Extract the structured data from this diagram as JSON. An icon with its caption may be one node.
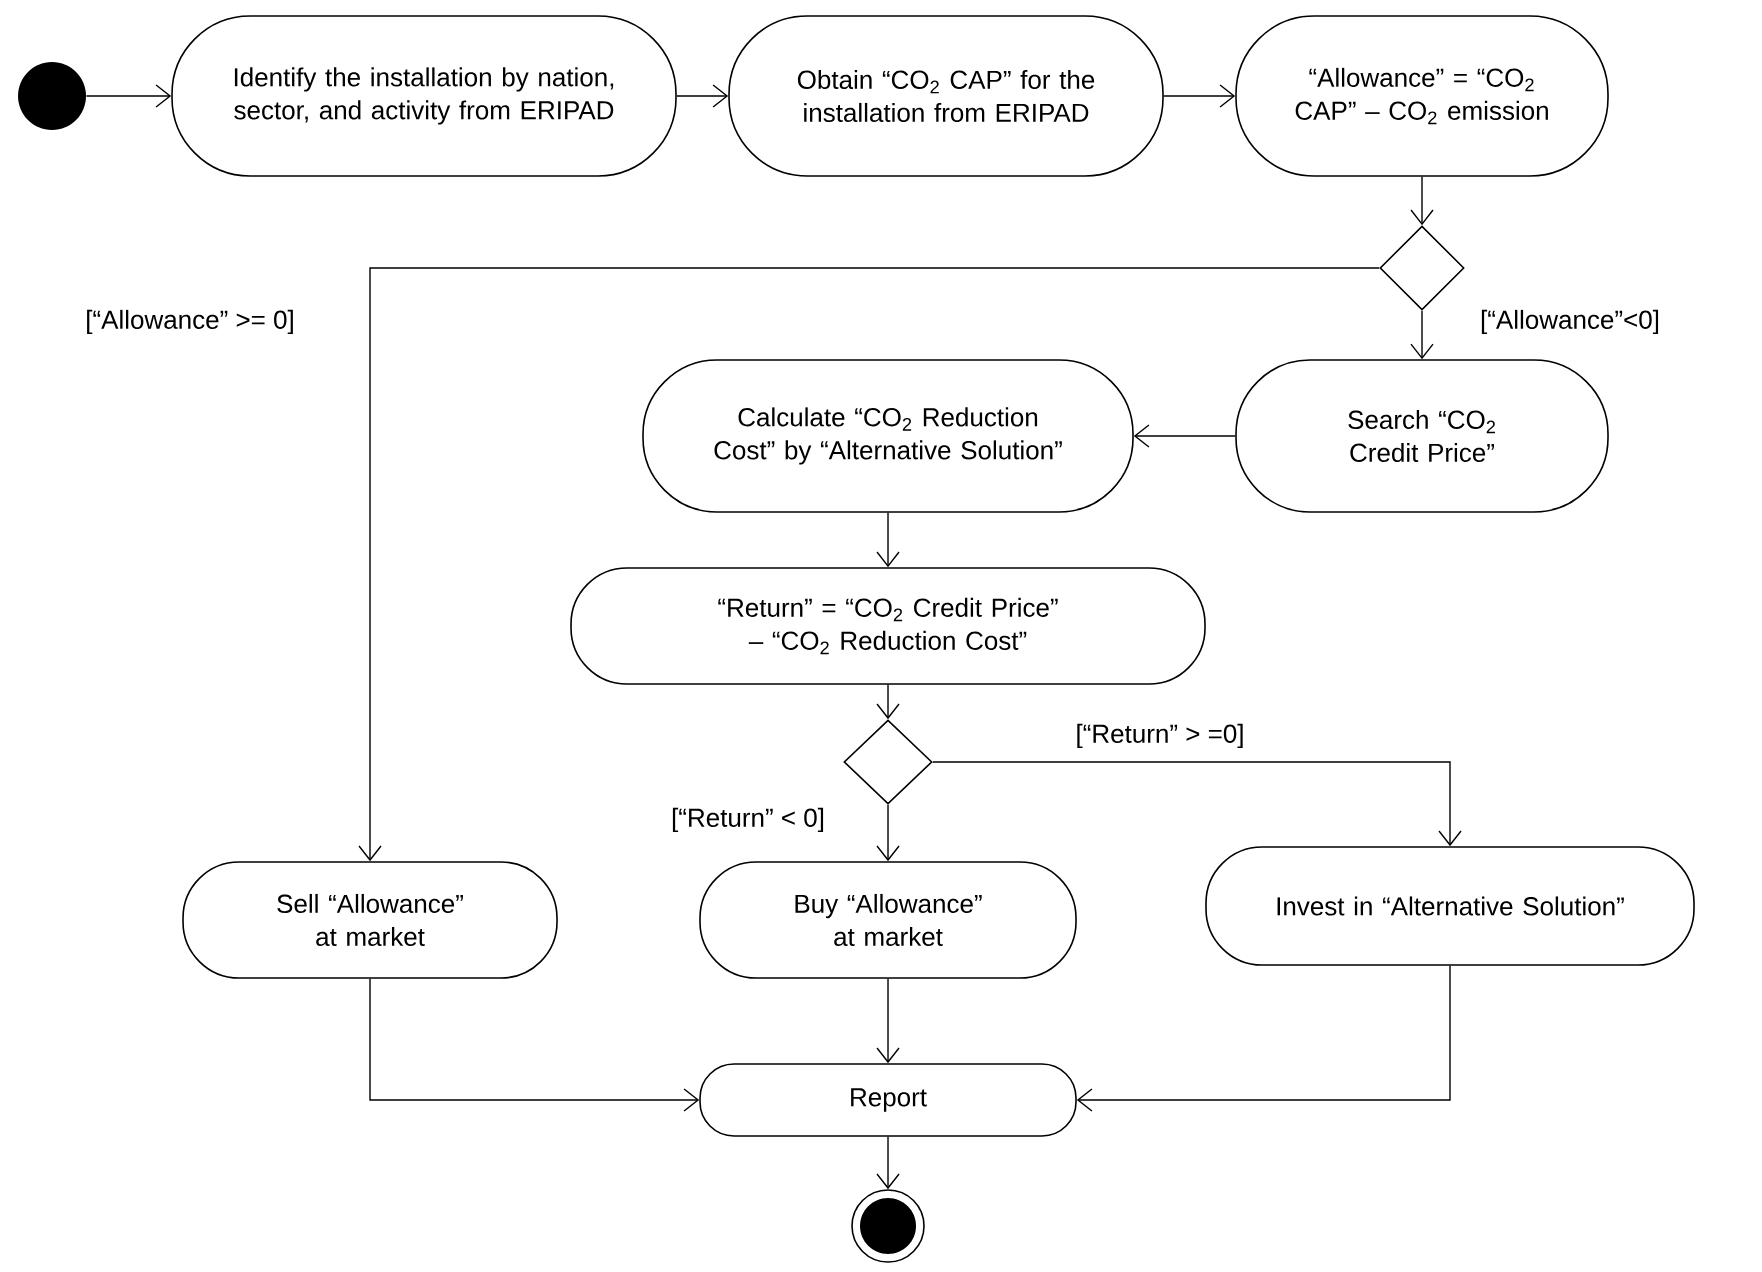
{
  "diagram": {
    "nodes": [
      {
        "text": [],
        "shape": "circle"
      },
      {
        "text": [
          "Identify the installation by nation, sector, and activity from ERIPAD"
        ]
      },
      {
        "text": [
          "Obtain “CO$_{2}$ CAP” for the installation from ERIPAD"
        ]
      },
      {
        "text": [
          "“Allowance” = “CO$_{2}$ CAP” – CO$_{2}$ emission"
        ]
      },
      {
        "text": [],
        "shape": "diamond"
      },
      {
        "text": [
          "Search “CO$_{2}$ Credit Price”"
        ]
      },
      {
        "text": [
          "Calculate “CO$_{2}$ Reduction Cost” by “Alternative Solution”"
        ]
      },
      {
        "text": [
          "“Return” = “CO$_{2}$ Credit Price” – “CO$_{2}$ Reduction Cost”"
        ]
      },
      {
        "text": [],
        "shape": "diamond"
      },
      {
        "text": [
          "Sell “Allowance” at market"
        ]
      },
      {
        "text": [
          "Buy “Allowance” at market"
        ]
      },
      {
        "text": [
          "Invest in “Alternative Solution”"
        ]
      },
      {
        "text": [
          "Report"
        ]
      },
      {
        "text": [],
        "shape": "circle"
      }
    ],
    "edges": [
      {
        "from": 0,
        "to": 1,
        "arrow": "to"
      },
      {
        "from": 1,
        "to": 2,
        "arrow": "to"
      },
      {
        "from": 2,
        "to": 3,
        "arrow": "to"
      },
      {
        "from": 3,
        "to": 4,
        "arrow": "to"
      },
      {
        "from": 4,
        "to": 9,
        "arrow": "to",
        "label": "[“Allowance” >= 0]"
      },
      {
        "from": 4,
        "to": 5,
        "arrow": "to",
        "label": "[“Allowance”<0]"
      },
      {
        "from": 5,
        "to": 6,
        "arrow": "to"
      },
      {
        "from": 6,
        "to": 7,
        "arrow": "to"
      },
      {
        "from": 7,
        "to": 8,
        "arrow": "to"
      },
      {
        "from": 8,
        "to": 10,
        "arrow": "to",
        "label": "[“Return” < 0]"
      },
      {
        "from": 8,
        "to": 11,
        "arrow": "to",
        "label": "[“Return” > =0]"
      },
      {
        "from": 9,
        "to": 12,
        "arrow": "to"
      },
      {
        "from": 10,
        "to": 12,
        "arrow": "to"
      },
      {
        "from": 11,
        "to": 12,
        "arrow": "to"
      },
      {
        "from": 12,
        "to": 13,
        "arrow": "to"
      }
    ]
  }
}
